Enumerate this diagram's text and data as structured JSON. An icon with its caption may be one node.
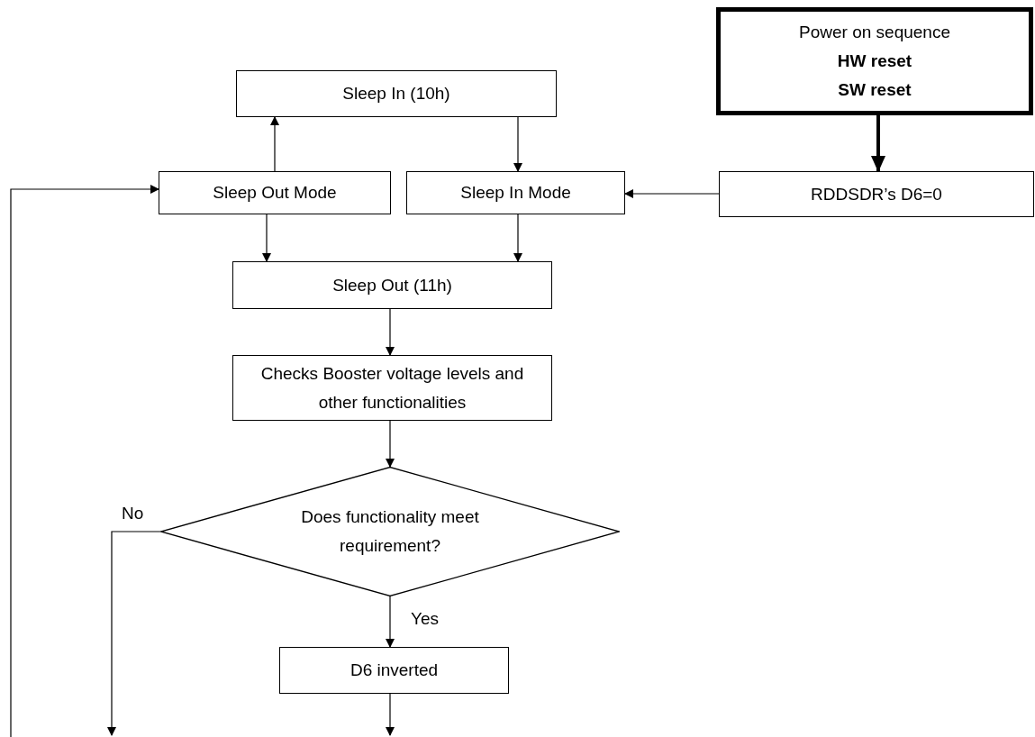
{
  "diagram": {
    "nodes": [
      {
        "text": [
          "Power on sequence",
          "HW reset",
          "SW reset"
        ]
      },
      {
        "text": [
          "Sleep In (10h)"
        ]
      },
      {
        "text": [
          "Sleep Out Mode"
        ]
      },
      {
        "text": [
          "Sleep In Mode"
        ]
      },
      {
        "text": [
          "RDDSDR’s D6=0"
        ]
      },
      {
        "text": [
          "Sleep Out (11h)"
        ]
      },
      {
        "text": [
          "Checks Booster voltage levels and other functionalities"
        ]
      },
      {
        "text": [
          "Does functionality meet requirement?"
        ]
      },
      {
        "text": [
          "D6 inverted"
        ]
      }
    ],
    "edges": [
      {
        "from": 2,
        "to": 1,
        "arrow": "to"
      },
      {
        "from": 1,
        "to": 3,
        "arrow": "to"
      },
      {
        "from": 0,
        "to": 4,
        "arrow": "to",
        "style": "thick"
      },
      {
        "from": 4,
        "to": 3,
        "arrow": "to"
      },
      {
        "from": 2,
        "to": 5,
        "arrow": "to"
      },
      {
        "from": 3,
        "to": 5,
        "arrow": "to"
      },
      {
        "from": 5,
        "to": 6,
        "arrow": "to"
      },
      {
        "from": 6,
        "to": 7,
        "arrow": "to"
      },
      {
        "from": 7,
        "to": 8,
        "arrow": "to",
        "label": "Yes"
      },
      {
        "from": 7,
        "to": null,
        "arrow": "to",
        "label": "No"
      },
      {
        "from": 8,
        "to": null,
        "arrow": "to"
      },
      {
        "from": null,
        "to": 2,
        "arrow": "to"
      }
    ]
  }
}
